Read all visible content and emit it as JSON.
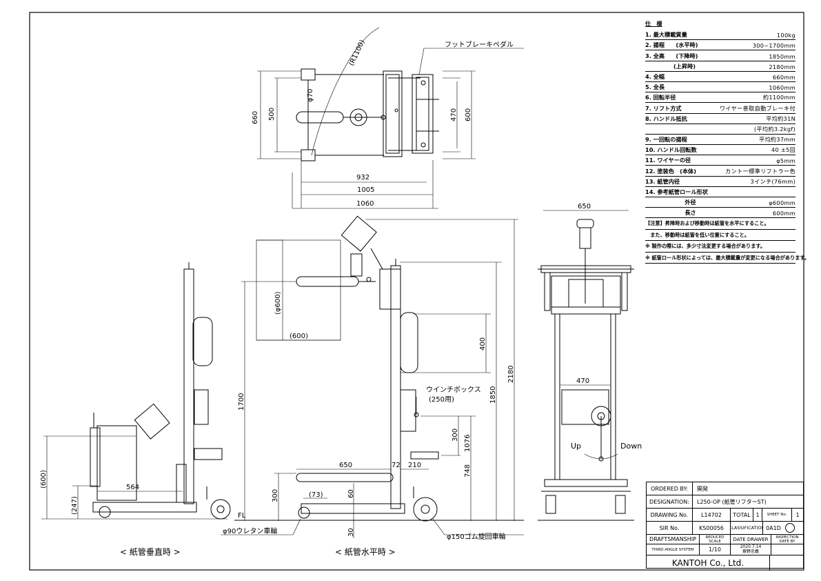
{
  "spec": {
    "heading": "仕　様",
    "rows": [
      {
        "label": "1. 最大積載質量",
        "value": "100kg"
      },
      {
        "label": "2. 揚程　　(水平時)",
        "value": "300~1700mm"
      },
      {
        "label": "3. 全高　　(下降時)",
        "value": "1850mm"
      },
      {
        "label": "　　　　　(上昇時)",
        "value": "2180mm"
      },
      {
        "label": "4. 全幅",
        "value": "660mm"
      },
      {
        "label": "5. 全長",
        "value": "1060mm"
      },
      {
        "label": "6. 回転半径",
        "value": "約1100mm"
      },
      {
        "label": "7. リフト方式",
        "value": "ワイヤー巻取自動ブレーキ付"
      },
      {
        "label": "8. ハンドル抵抗",
        "value": "平均約31N"
      },
      {
        "label": "",
        "value": "(平均約3.2kgf)"
      },
      {
        "label": "9. 一回転の揚程",
        "value": "平均約37mm"
      },
      {
        "label": "10. ハンドル回転数",
        "value": "40 ±5回"
      },
      {
        "label": "11. ワイヤーの径",
        "value": "φ5mm"
      },
      {
        "label": "12. 塗装色　(本体)",
        "value": "カント一標準リフトラー色"
      },
      {
        "label": "13. 紙管内径",
        "value": "3インチ(76mm)"
      },
      {
        "label": "14. 参考紙管ロール形状",
        "value": ""
      },
      {
        "label": "　　　　　　　外径",
        "value": "φ600mm"
      },
      {
        "label": "　　　　　　　長さ",
        "value": "600mm"
      }
    ],
    "notes": [
      "【注意】昇降時および移動時は紙管を水平にすること。",
      "　また、移動時は紙管を低い位置にすること。",
      "※ 製作の際には、多少寸法変更する場合があります。",
      "※ 紙管ロール形状によっては、最大積載量が変更になる場合があります。"
    ]
  },
  "title_block": {
    "ordered_by_label": "ORDERED BY:",
    "ordered_by_value": "開発",
    "designation_label": "DESIGNATION:",
    "designation_value": "L250-OP (紙管リフターST)",
    "drawing_no_label": "DRAWING No.",
    "drawing_no_value": "L14702",
    "total_label": "TOTAL",
    "total_value": "1",
    "sheet_label": "SHEET No.",
    "sheet_value": "1",
    "sir_label": "SIR No.",
    "sir_value": "KS00056",
    "classification_label": "CLASSIFICATION",
    "classification_value": "0A1D",
    "draftsmanship_label": "DRAFTSMANSHIP",
    "reduced_scale_label": "REDUCED SCALE",
    "date_drawer_label": "DATE DRAWER",
    "inspection_label": "INSPECTION DATE BY",
    "third_angle": "THIRD ANGLE SYSTEM",
    "scale_value": "1/10",
    "date_value": "2020.7.14",
    "drawer_value": "齋野忠義",
    "company": "KANTOH Co., Ltd."
  },
  "labels": {
    "foot_brake": "フットブレーキペダル",
    "radius": "(R1100)",
    "winch_box": "ウインチボックス",
    "winch_box_sub": "(250用)",
    "urethane_wheel": "φ90ウレタン車輪",
    "rubber_wheel": "φ150ゴム旋回車輪",
    "view_vertical": "< 紙管垂直時 >",
    "view_horizontal": "< 紙管水平時 >",
    "up": "Up",
    "down": "Down",
    "fl": "FL"
  },
  "dims": {
    "top_660": "660",
    "top_500": "500",
    "top_phi70": "φ70",
    "top_470": "470",
    "top_600": "600",
    "top_932": "932",
    "top_1005": "1005",
    "top_1060": "1060",
    "side_phi600": "(φ600)",
    "side_600h": "(600)",
    "side_1700": "1700",
    "side_400": "400",
    "side_1850": "1850",
    "side_2180": "2180",
    "side_300a": "300",
    "side_1076": "1076",
    "side_748": "748",
    "side_650": "650",
    "side_72": "72",
    "side_210": "210",
    "side_300b": "300",
    "side_73": "(73)",
    "side_60": "60",
    "side_30": "30",
    "left_600": "(600)",
    "left_247": "(247)",
    "left_564": "564",
    "front_650": "650",
    "front_470": "470"
  }
}
